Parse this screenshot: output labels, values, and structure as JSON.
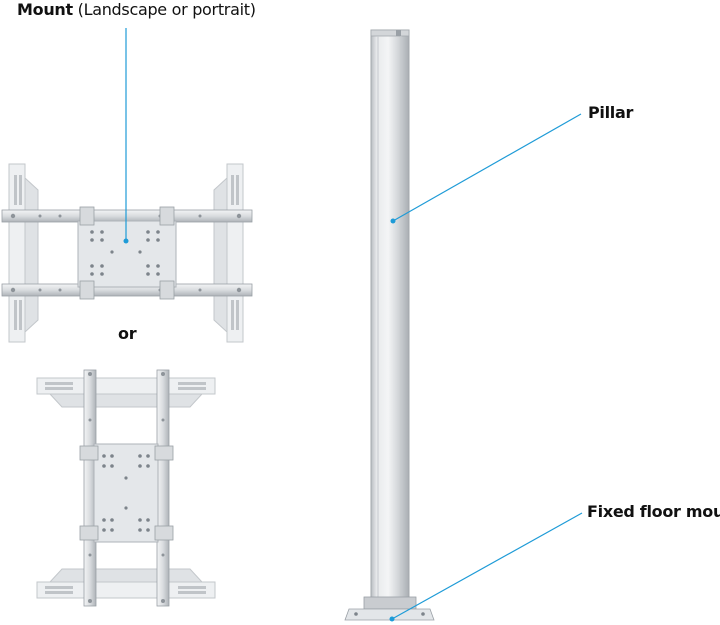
{
  "labels": {
    "mount_bold": "Mount",
    "mount_rest": "(Landscape or portrait)",
    "or": "or",
    "pillar": "Pillar",
    "floor": "Fixed floor mount"
  },
  "colors": {
    "leader": "#1e9bd7",
    "metal_light": "#eef0f2",
    "metal_mid": "#c9ccd0",
    "metal_dark": "#9aa0a6",
    "text": "#111111"
  }
}
